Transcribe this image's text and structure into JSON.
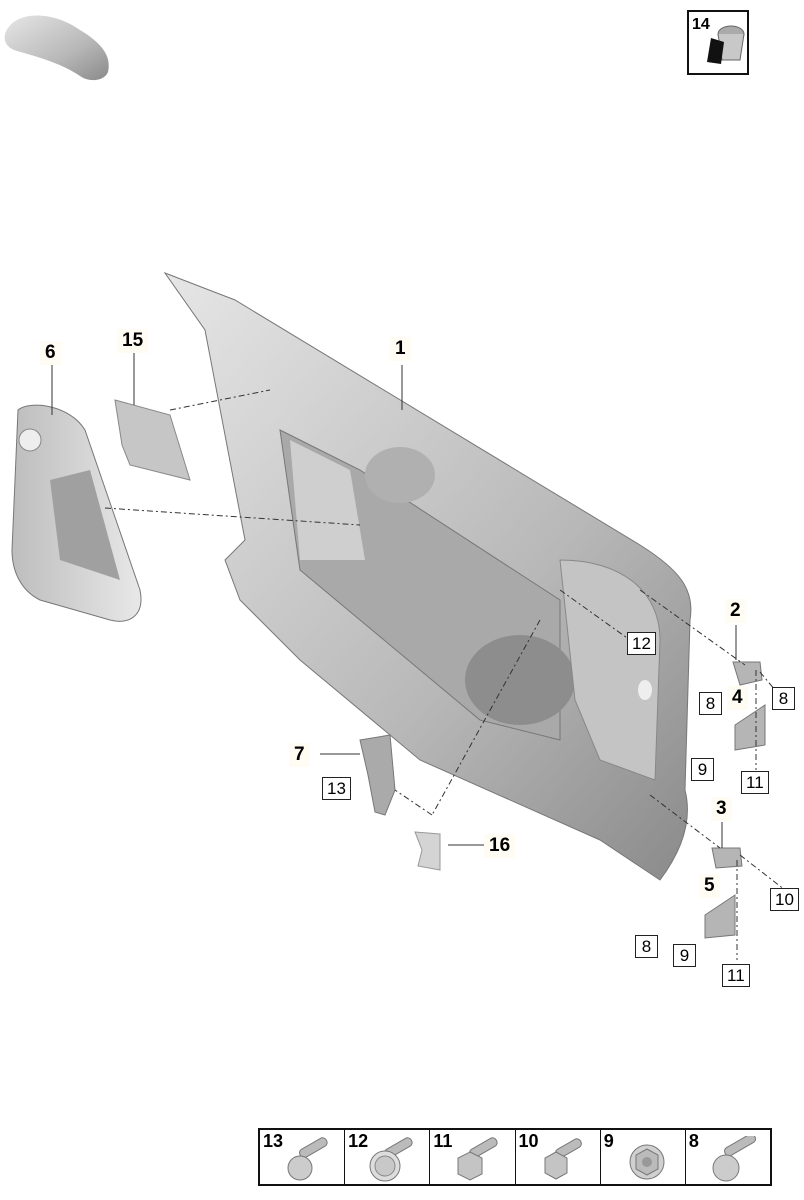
{
  "callouts": {
    "p1": "1",
    "p2": "2",
    "p3": "3",
    "p4": "4",
    "p5": "5",
    "p6": "6",
    "p7": "7",
    "p15": "15",
    "p16": "16",
    "p12": "12",
    "p13": "13",
    "p10": "10",
    "p8a": "8",
    "p8b": "8",
    "p8c": "8",
    "p9a": "9",
    "p9b": "9",
    "p11a": "11",
    "p11b": "11"
  },
  "kit": {
    "label": "14"
  },
  "fasteners": [
    {
      "label": "13",
      "icon": "torx-bolt-icon"
    },
    {
      "label": "12",
      "icon": "washer-screw-icon"
    },
    {
      "label": "11",
      "icon": "hex-bolt-icon"
    },
    {
      "label": "10",
      "icon": "hex-bolt-icon"
    },
    {
      "label": "9",
      "icon": "hex-nut-icon"
    },
    {
      "label": "8",
      "icon": "torx-bolt-icon"
    }
  ]
}
